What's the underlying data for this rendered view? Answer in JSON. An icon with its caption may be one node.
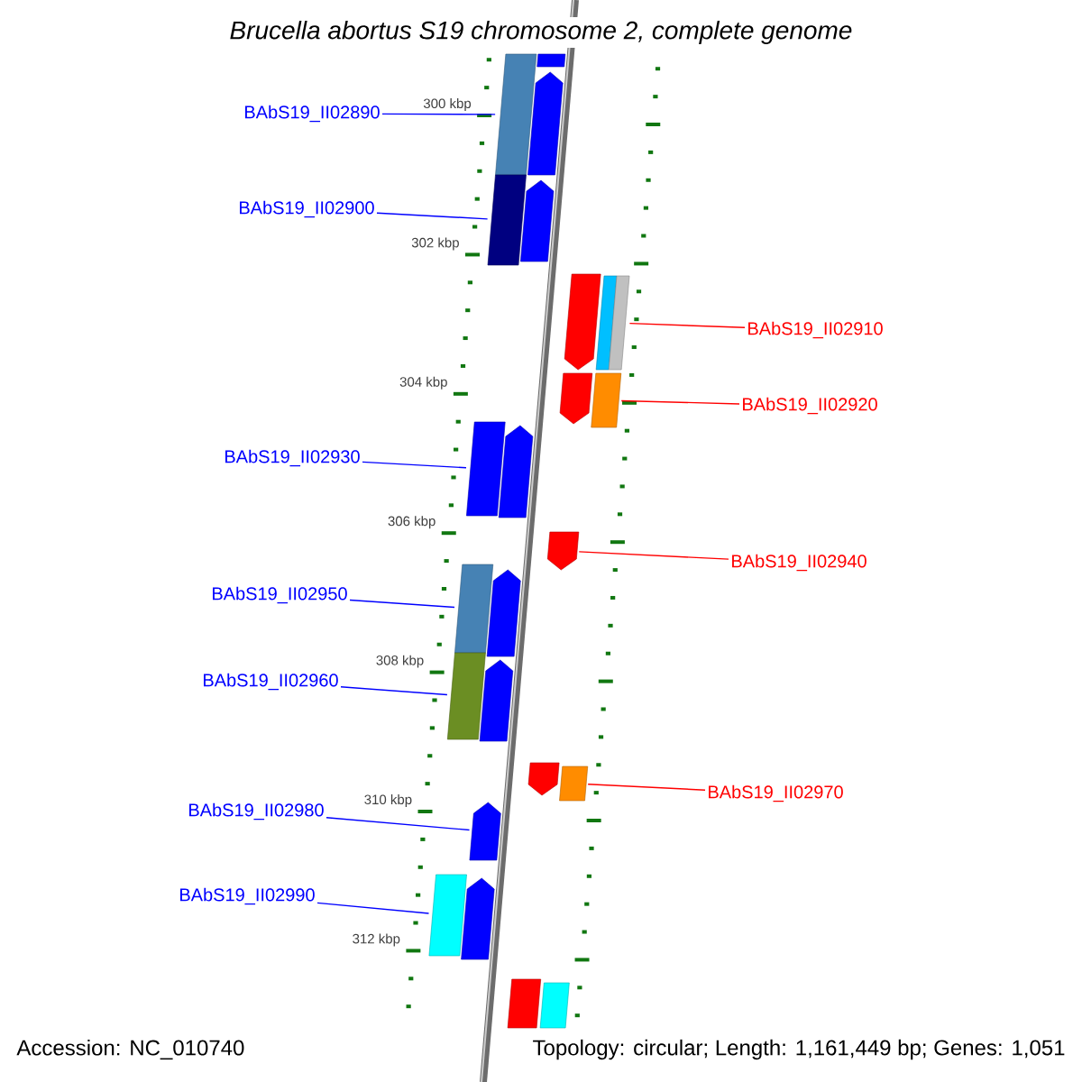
{
  "diagram": {
    "title": "Brucella abortus S19 chromosome 2, complete genome",
    "nodes": [
      {
        "text": [
          "BAbS19_II02890"
        ]
      },
      {
        "text": [
          "BAbS19_II02900"
        ]
      },
      {
        "text": [
          "BAbS19_II02910"
        ]
      },
      {
        "text": [
          "BAbS19_II02920"
        ]
      },
      {
        "text": [
          "BAbS19_II02930"
        ]
      },
      {
        "text": [
          "BAbS19_II02940"
        ]
      },
      {
        "text": [
          "BAbS19_II02950"
        ]
      },
      {
        "text": [
          "BAbS19_II02960"
        ]
      },
      {
        "text": [
          "BAbS19_II02970"
        ]
      },
      {
        "text": [
          "BAbS19_II02980"
        ]
      },
      {
        "text": [
          "BAbS19_II02990"
        ]
      },
      {
        "text": [],
        "shape": "box"
      },
      {
        "text": [],
        "shape": "box"
      },
      {
        "text": [],
        "shape": "pentagon"
      },
      {
        "text": [],
        "shape": "box"
      },
      {
        "text": [],
        "shape": "pentagon"
      },
      {
        "text": [],
        "shape": "pentagon"
      },
      {
        "text": [],
        "shape": "box"
      },
      {
        "text": [],
        "shape": "pentagon"
      },
      {
        "text": [],
        "shape": "box"
      },
      {
        "text": [],
        "shape": "box"
      },
      {
        "text": [],
        "shape": "pentagon"
      },
      {
        "text": [],
        "shape": "pentagon"
      },
      {
        "text": [],
        "shape": "box"
      },
      {
        "text": [],
        "shape": "pentagon"
      },
      {
        "text": [],
        "shape": "box"
      },
      {
        "text": [],
        "shape": "pentagon"
      },
      {
        "text": [],
        "shape": "pentagon"
      },
      {
        "text": [],
        "shape": "box"
      },
      {
        "text": [],
        "shape": "pentagon"
      },
      {
        "text": [],
        "shape": "box"
      },
      {
        "text": [],
        "shape": "pentagon"
      },
      {
        "text": [],
        "shape": "box"
      },
      {
        "text": [],
        "shape": "box"
      }
    ],
    "edges": [
      {
        "from": 0,
        "to": 11,
        "arrow": "none"
      },
      {
        "from": 1,
        "to": 14,
        "arrow": "none"
      },
      {
        "from": 2,
        "to": 17,
        "arrow": "none",
        "color": "#ff0000"
      },
      {
        "from": 3,
        "to": 19,
        "arrow": "none",
        "color": "#ff0000"
      },
      {
        "from": 4,
        "to": 20,
        "arrow": "none"
      },
      {
        "from": 5,
        "to": 22,
        "arrow": "none",
        "color": "#ff0000"
      },
      {
        "from": 6,
        "to": 23,
        "arrow": "none"
      },
      {
        "from": 7,
        "to": 25,
        "arrow": "none"
      },
      {
        "from": 8,
        "to": 28,
        "arrow": "none",
        "color": "#ff0000"
      },
      {
        "from": 9,
        "to": 29,
        "arrow": "none"
      },
      {
        "from": 10,
        "to": 30,
        "arrow": "none"
      }
    ],
    "labels": [
      "300 kbp",
      "302 kbp",
      "304 kbp",
      "306 kbp",
      "308 kbp",
      "310 kbp",
      "312 kbp",
      "Accession: NC_010740",
      "Topology: circular; Length: 1,161,449 bp; Genes: 1,051"
    ]
  }
}
